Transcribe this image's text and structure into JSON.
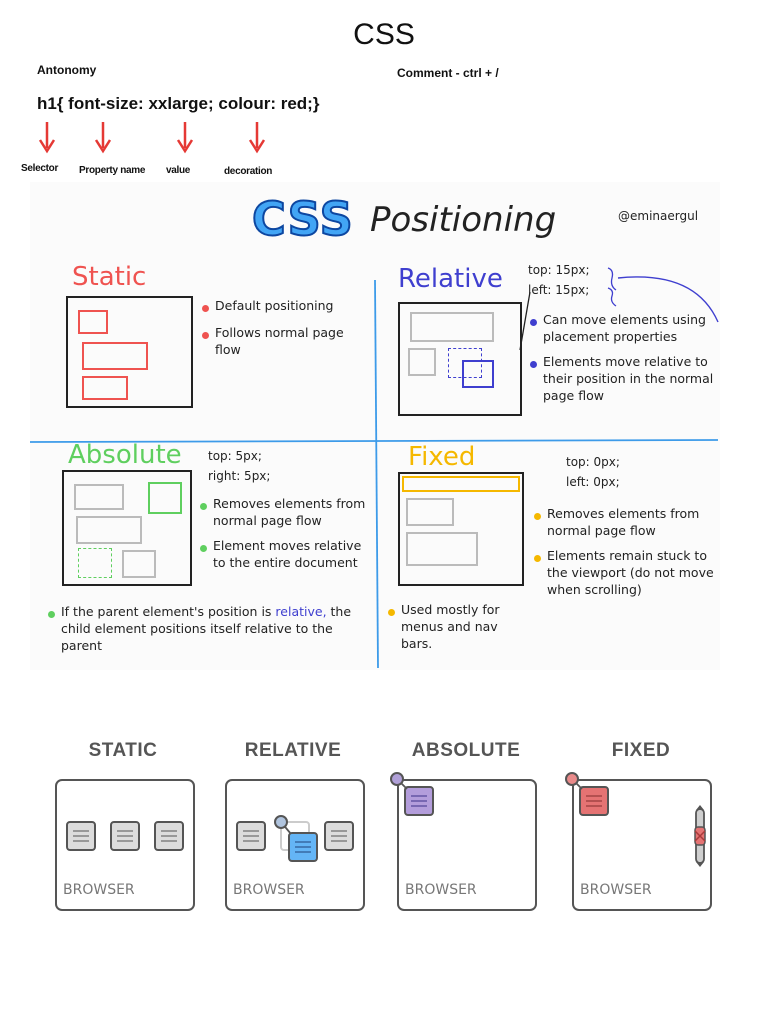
{
  "header": {
    "title": "CSS",
    "antonomy": "Antonomy",
    "comment": "Comment -   ctrl + /",
    "code": "h1{ font-size: xxlarge; colour: red;}",
    "labels": [
      "Selector",
      "Property name",
      "value",
      "decoration"
    ],
    "arrow_color": "#e53935"
  },
  "sketch": {
    "title_bold": "CSS",
    "title_script": "Positioning",
    "handle": "@eminaergul",
    "static": {
      "heading": "Static",
      "color": "#ef5350",
      "bullets": [
        "Default positioning",
        "Follows normal page flow"
      ]
    },
    "relative": {
      "heading": "Relative",
      "color": "#3f3fcf",
      "note_top": "top: 15px;",
      "note_left": "left: 15px;",
      "bullets": [
        "Can move elements using placement properties",
        "Elements move relative to their position in the normal page flow"
      ],
      "link_text": "placement properties"
    },
    "absolute": {
      "heading": "Absolute",
      "color": "#5fcf5f",
      "note_top": "top: 5px;",
      "note_right": "right: 5px;",
      "bullets": [
        "Removes elements from normal page flow",
        "Element moves relative to the entire document"
      ],
      "footnote_a": "If the parent element's position is",
      "footnote_b": "relative,",
      "footnote_c": "the child element positions itself relative to the parent"
    },
    "fixed": {
      "heading": "Fixed",
      "color": "#f5b800",
      "note_top": "top: 0px;",
      "note_left": "left: 0px;",
      "bullets": [
        "Removes elements from normal page flow",
        "Elements remain stuck to the viewport (do not move when scrolling)"
      ],
      "footnote": "Used mostly for menus and nav bars."
    }
  },
  "browsers": [
    {
      "heading": "STATIC",
      "label": "BROWSER"
    },
    {
      "heading": "RELATIVE",
      "label": "BROWSER"
    },
    {
      "heading": "ABSOLUTE",
      "label": "BROWSER"
    },
    {
      "heading": "FIXED",
      "label": "BROWSER"
    }
  ]
}
